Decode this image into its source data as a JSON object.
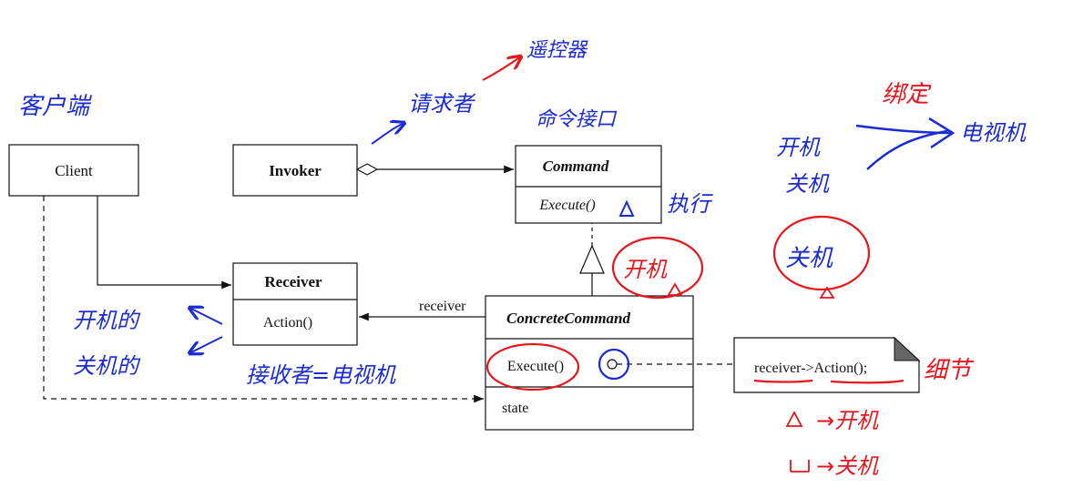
{
  "classes": {
    "client": {
      "name": "Client"
    },
    "invoker": {
      "name": "Invoker"
    },
    "command": {
      "name": "Command",
      "operation": "Execute()"
    },
    "receiver": {
      "name": "Receiver",
      "operation": "Action()"
    },
    "concrete_command": {
      "name": "ConcreteCommand",
      "operation": "Execute()",
      "attribute": "state"
    }
  },
  "relations": {
    "receiver_role": "receiver"
  },
  "note": {
    "code": "receiver->Action();"
  },
  "annotations": {
    "client_label": "客户端",
    "invoker_label": "请求者",
    "invoker_arrow_label": "遥控器",
    "command_label": "命令接口",
    "execute_label": "执行",
    "concrete_label": "开机",
    "receiver_ops": [
      "开机的",
      "关机的"
    ],
    "receiver_label": "接收者=电视机",
    "bind_label": "绑定",
    "bind_left": [
      "开机",
      "关机"
    ],
    "bind_target": "电视机",
    "standalone_label": "关机",
    "note_label": "细节",
    "note_items": [
      "→开机",
      "→关机"
    ]
  },
  "colors": {
    "line": "#111111",
    "handwriting_blue": "#1a2ad6",
    "handwriting_red": "#e8141c"
  }
}
